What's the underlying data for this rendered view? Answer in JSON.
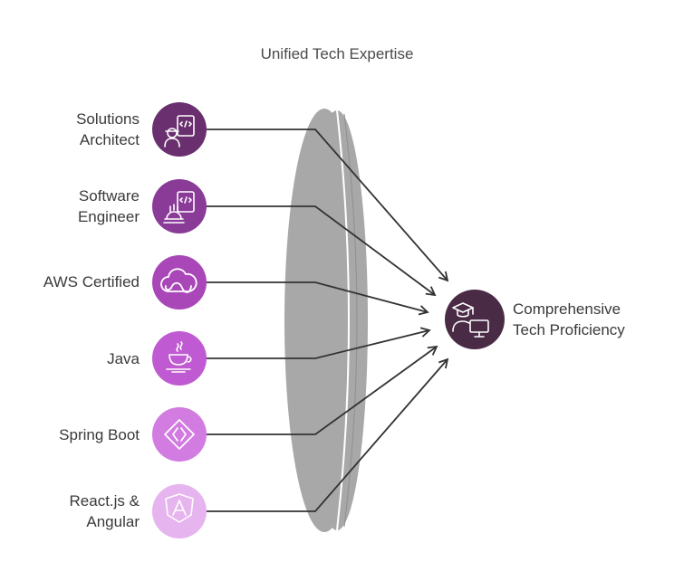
{
  "title": "Unified Tech Expertise",
  "inputs": [
    {
      "label": "Solutions\nArchitect",
      "icon": "architect-code-icon",
      "color": "#6a2f6f"
    },
    {
      "label": "Software\nEngineer",
      "icon": "engineer-code-icon",
      "color": "#8a3a97"
    },
    {
      "label": "AWS Certified",
      "icon": "cloud-icon",
      "color": "#a947b8"
    },
    {
      "label": "Java",
      "icon": "coffee-cup-icon",
      "color": "#c05ad2"
    },
    {
      "label": "Spring Boot",
      "icon": "diamond-code-icon",
      "color": "#d27be0"
    },
    {
      "label": "React.js &\nAngular",
      "icon": "angular-shield-icon",
      "color": "#e6b4ee"
    }
  ],
  "output": {
    "label": "Comprehensive\nTech Proficiency",
    "icon": "graduate-computer-icon",
    "color": "#4a2b46"
  },
  "lens_color": "#a8a8a8"
}
